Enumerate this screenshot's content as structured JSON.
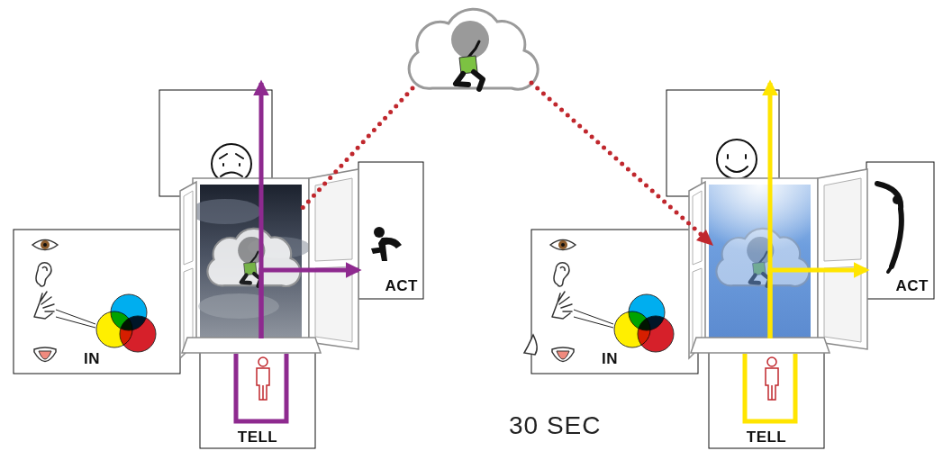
{
  "diagram": {
    "nodes": [
      {
        "text": [
          "IN"
        ]
      },
      {
        "text": [
          "ACT"
        ]
      },
      {
        "text": [
          "TELL"
        ]
      },
      {
        "text": [
          "IN"
        ]
      },
      {
        "text": [
          "ACT"
        ]
      },
      {
        "text": [
          "TELL"
        ]
      }
    ],
    "edges": [
      {
        "from": 2,
        "to": 1,
        "arrow": "to"
      },
      {
        "from": 5,
        "to": 4,
        "arrow": "to"
      }
    ],
    "labels": [
      "30 SEC"
    ]
  }
}
